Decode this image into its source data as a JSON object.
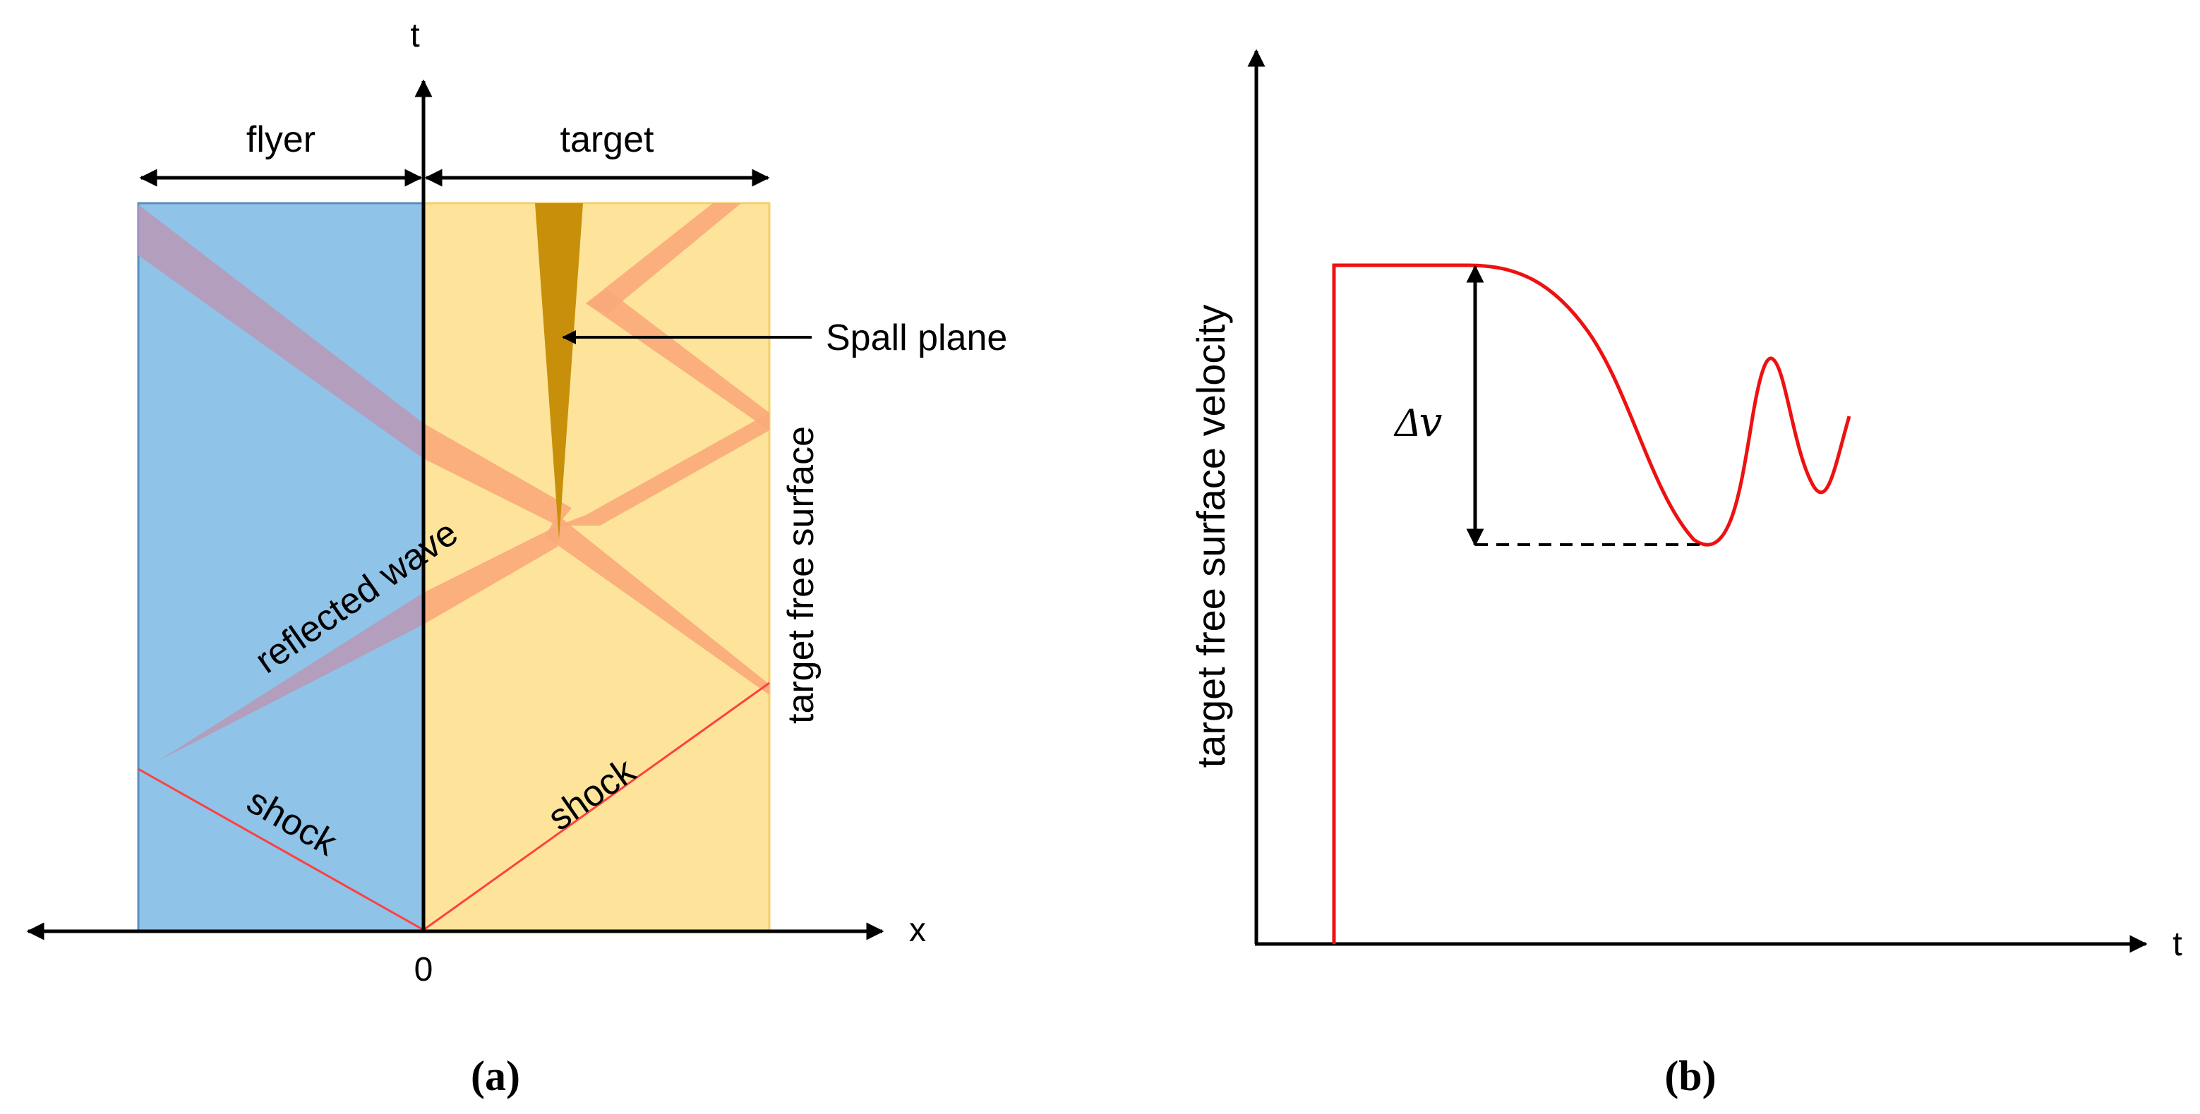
{
  "panel_a": {
    "axis_t_label": "t",
    "axis_x_label": "x",
    "origin_label": "0",
    "flyer_label": "flyer",
    "target_label": "target",
    "spall_label": "Spall plane",
    "free_surface_label": "target free surface",
    "reflected_label": "reflected wave",
    "shock_left_label": "shock",
    "shock_right_label": "shock",
    "caption": "(a)",
    "colors": {
      "flyer": "#8fc3e8",
      "target": "#fde49a",
      "wave": "#f9a87a",
      "wave_in_flyer": "#b79ab9",
      "spall": "#c8900a",
      "shock": "#ff4040"
    }
  },
  "panel_b": {
    "y_label": "target free surface velocity",
    "x_label": "t",
    "delta_label": "Δ𝑣",
    "caption": "(b)",
    "curve_color": "#ee1111"
  }
}
